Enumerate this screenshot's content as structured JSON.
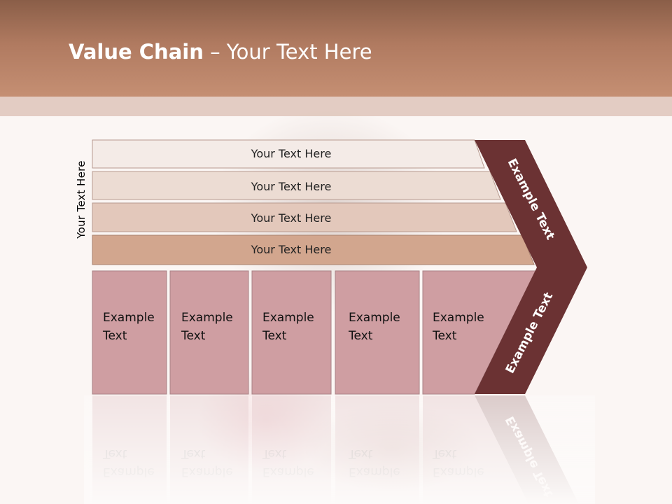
{
  "slide": {
    "title_bold": "Value Chain",
    "title_rest": " – Your Text Here",
    "side_label": "Your Text Here"
  },
  "bands": [
    {
      "label": "Your Text Here",
      "color": "#f4ebe7"
    },
    {
      "label": "Your Text Here",
      "color": "#ecdcd3"
    },
    {
      "label": "Your Text Here",
      "color": "#e3c8bb"
    },
    {
      "label": "Your Text Here",
      "color": "#d2a68e"
    }
  ],
  "cells": [
    {
      "line1": "Example",
      "line2": "Text"
    },
    {
      "line1": "Example",
      "line2": "Text"
    },
    {
      "line1": "Example",
      "line2": "Text"
    },
    {
      "line1": "Example",
      "line2": "Text"
    },
    {
      "line1": "Example",
      "line2": "Text"
    }
  ],
  "chevron": {
    "top_label": "Example Text",
    "bottom_label": "Example Text",
    "color": "#6b3233"
  },
  "colors": {
    "cell_fill": "#cf9ea2",
    "cell_stroke": "#a98286"
  }
}
